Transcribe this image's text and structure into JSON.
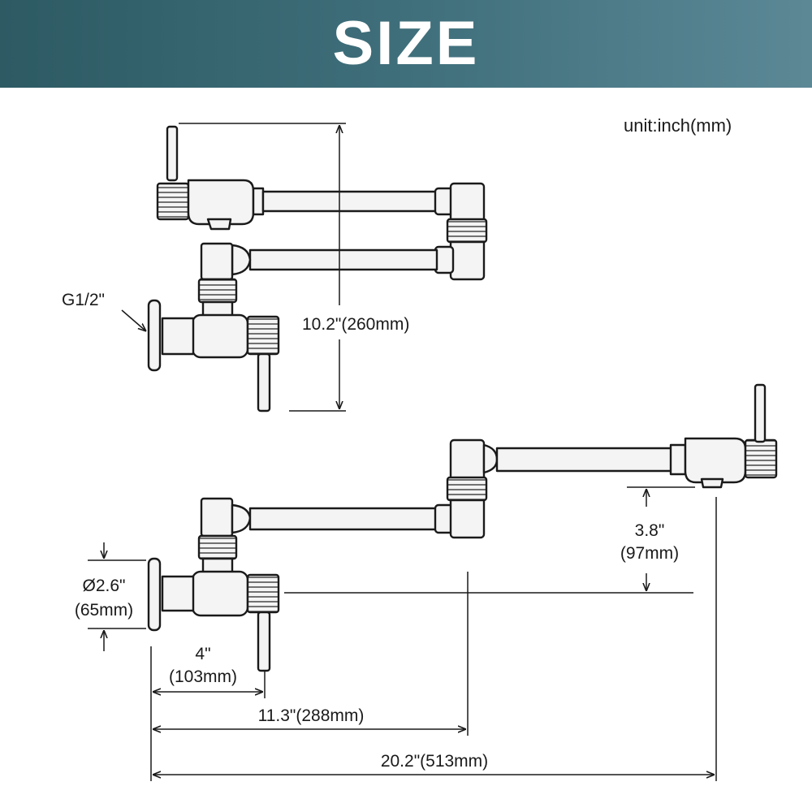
{
  "header": {
    "title": "SIZE"
  },
  "unit_label": "unit:inch(mm)",
  "labels": {
    "thread": "G1/2\"",
    "folded_height": "10.2\"(260mm)",
    "spout_drop_in": "3.8\"",
    "spout_drop_mm": "(97mm)",
    "flange_dia_in": "Ø2.6\"",
    "flange_dia_mm": "(65mm)",
    "valve_reach_in": "4\"",
    "valve_reach_mm": "(103mm)",
    "first_arm_reach": "11.3\"(288mm)",
    "total_reach": "20.2\"(513mm)"
  },
  "colors": {
    "banner": "#3f6f7b",
    "line": "#1a1a1a",
    "metal": "#f4f4f4"
  }
}
